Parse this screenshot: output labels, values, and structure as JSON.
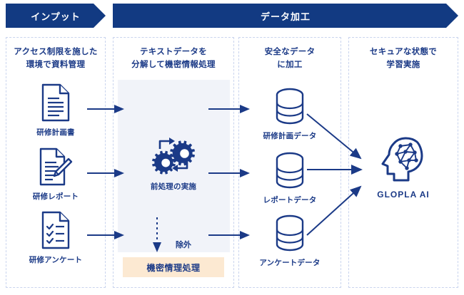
{
  "banners": [
    {
      "label": "インプット"
    },
    {
      "label": "データ加工"
    }
  ],
  "columns": [
    {
      "title": "アクセス制限を施した\n環境で資料管理"
    },
    {
      "title": "テキストデータを\n分解して機密情報処理"
    },
    {
      "title": "安全なデータ\nに加工"
    },
    {
      "title": "セキュアな状態で\n学習実施"
    }
  ],
  "column_titles": {
    "c1_line1": "アクセス制限を施した",
    "c1_line2": "環境で資料管理",
    "c2_line1": "テキストデータを",
    "c2_line2": "分解して機密情報処理",
    "c3_line1": "安全なデータ",
    "c3_line2": "に加工",
    "c4_line1": "セキュアな状態で",
    "c4_line2": "学習実施"
  },
  "inputs": [
    {
      "icon": "document-icon",
      "label": "研修計画書"
    },
    {
      "icon": "document-pencil-icon",
      "label": "研修レポート"
    },
    {
      "icon": "document-checklist-icon",
      "label": "研修アンケート"
    }
  ],
  "processing": {
    "icon": "gears-icon",
    "label": "前処理の実施",
    "exclude_label": "除外",
    "confidential_label": "機密情理処理"
  },
  "datasets": [
    {
      "icon": "database-icon",
      "label": "研修計画データ"
    },
    {
      "icon": "database-icon",
      "label": "レポートデータ"
    },
    {
      "icon": "database-icon",
      "label": "アンケートデータ"
    }
  ],
  "ai": {
    "icon": "brain-head-icon",
    "label": "GLOPLA AI"
  },
  "colors": {
    "navy": "#123a82",
    "text_blue": "#1b3a87",
    "panel_bg": "#f1f3f9",
    "confidential_bg": "#fce9d2",
    "dotted_border": "#c9d4ee",
    "background": "#ffffff"
  }
}
